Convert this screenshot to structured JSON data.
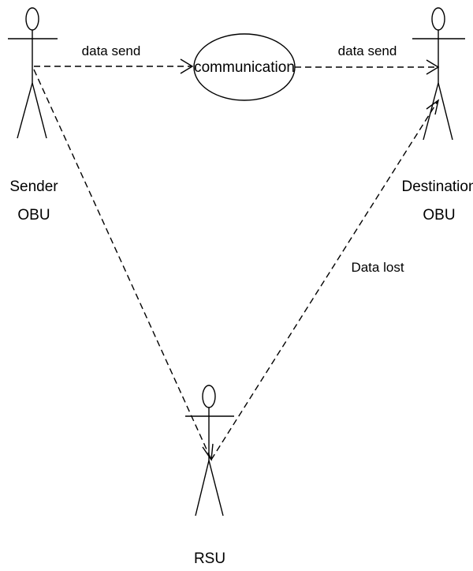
{
  "actors": {
    "sender": {
      "line1": "Sender",
      "line2": "OBU"
    },
    "destination": {
      "line1": "Destination",
      "line2": "OBU"
    },
    "rsu": {
      "line1": "RSU"
    }
  },
  "use_case": {
    "label": "communication"
  },
  "edges": {
    "sender_to_communication": "data send",
    "communication_to_destination": "data send",
    "rsu_to_destination": "Data lost"
  }
}
